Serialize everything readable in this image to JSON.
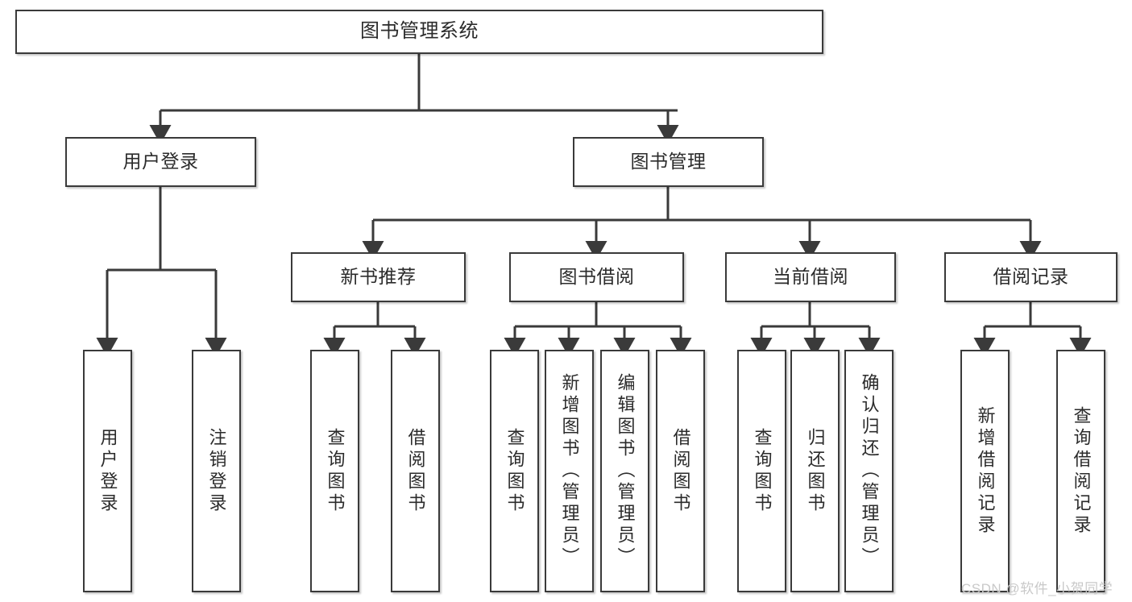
{
  "diagram": {
    "title": "图书管理系统",
    "orientation": "top-down-tree",
    "stroke_color": "#3a3a3a",
    "text_color": "#2b2b2b",
    "background": "#ffffff"
  },
  "nodes": {
    "root": {
      "label": "图书管理系统"
    },
    "level2": [
      {
        "label": "用户登录"
      },
      {
        "label": "图书管理"
      }
    ],
    "level3": [
      {
        "label": "新书推荐"
      },
      {
        "label": "图书借阅"
      },
      {
        "label": "当前借阅"
      },
      {
        "label": "借阅记录"
      }
    ],
    "leaves_login": [
      {
        "label": "用户登录"
      },
      {
        "label": "注销登录"
      }
    ],
    "leaves_recommend": [
      {
        "label": "查询图书"
      },
      {
        "label": "借阅图书"
      }
    ],
    "leaves_borrow": [
      {
        "label": "查询图书"
      },
      {
        "label": "新增图书（管理员）"
      },
      {
        "label": "编辑图书（管理员）"
      },
      {
        "label": "借阅图书"
      }
    ],
    "leaves_current": [
      {
        "label": "查询图书"
      },
      {
        "label": "归还图书"
      },
      {
        "label": "确认归还（管理员）"
      }
    ],
    "leaves_records": [
      {
        "label": "新增借阅记录"
      },
      {
        "label": "查询借阅记录"
      }
    ]
  },
  "watermark": {
    "text": "CSDN @软件_小贺同学"
  }
}
